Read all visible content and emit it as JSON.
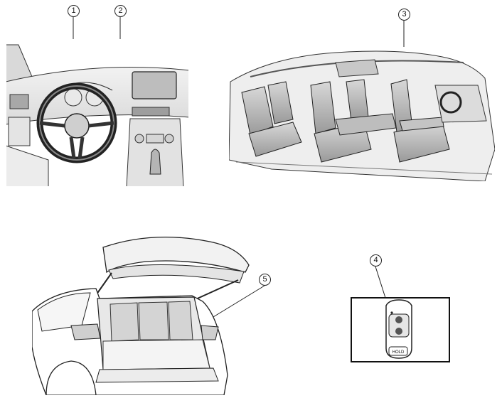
{
  "callouts": [
    {
      "id": "1",
      "label": "1"
    },
    {
      "id": "2",
      "label": "2"
    },
    {
      "id": "3",
      "label": "3"
    },
    {
      "id": "4",
      "label": "4"
    },
    {
      "id": "5",
      "label": "5"
    }
  ],
  "key_fob": {
    "hold_button_label": "HOLD"
  },
  "colors": {
    "line": "#222222",
    "shade_light": "#e6e6e6",
    "shade_mid": "#cfcfcf",
    "shade_dark": "#a8a8a8"
  }
}
